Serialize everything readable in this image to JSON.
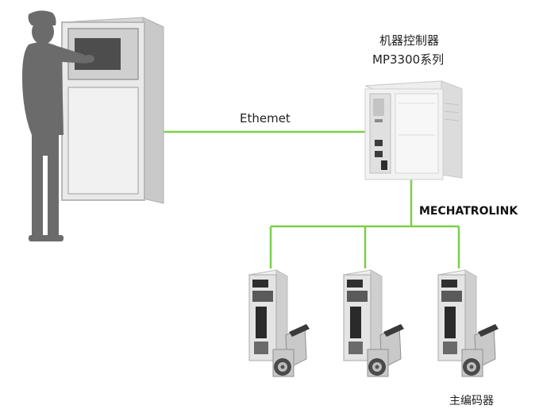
{
  "labels": {
    "controller_title": "机器控制器",
    "controller_model": "MP3300系列",
    "ethernet_link": "Ethemet",
    "mechatrolink_bus": "MECHATROLINK",
    "encoder_label": "主编码器"
  },
  "colors": {
    "link_line": "#7ccf4a",
    "operator_silhouette": "#6b6b6b",
    "cabinet_frame": "#b8b8b8",
    "device_body": "#e4e4e4",
    "motor_metal": "#c9c9c9",
    "motor_dark": "#3a3a3a"
  },
  "components": {
    "operator": "operator-silhouette",
    "hmi": "hmi-cabinet",
    "controller": "mp3300-controller",
    "drives": [
      "servo-drive-1",
      "servo-drive-2",
      "servo-drive-3"
    ]
  }
}
